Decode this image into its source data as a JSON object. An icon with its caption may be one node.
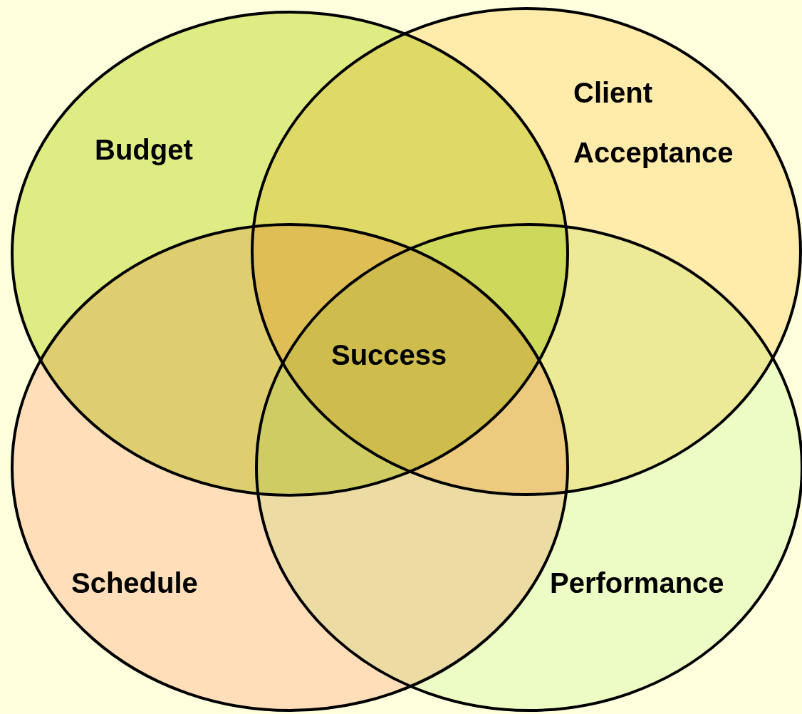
{
  "diagram": {
    "nodes": [
      {
        "text": [
          "Budget"
        ]
      },
      {
        "text": [
          "Client Acceptance"
        ]
      },
      {
        "text": [
          "Schedule"
        ]
      },
      {
        "text": [
          "Performance"
        ]
      }
    ],
    "labels": [
      "Success"
    ]
  }
}
